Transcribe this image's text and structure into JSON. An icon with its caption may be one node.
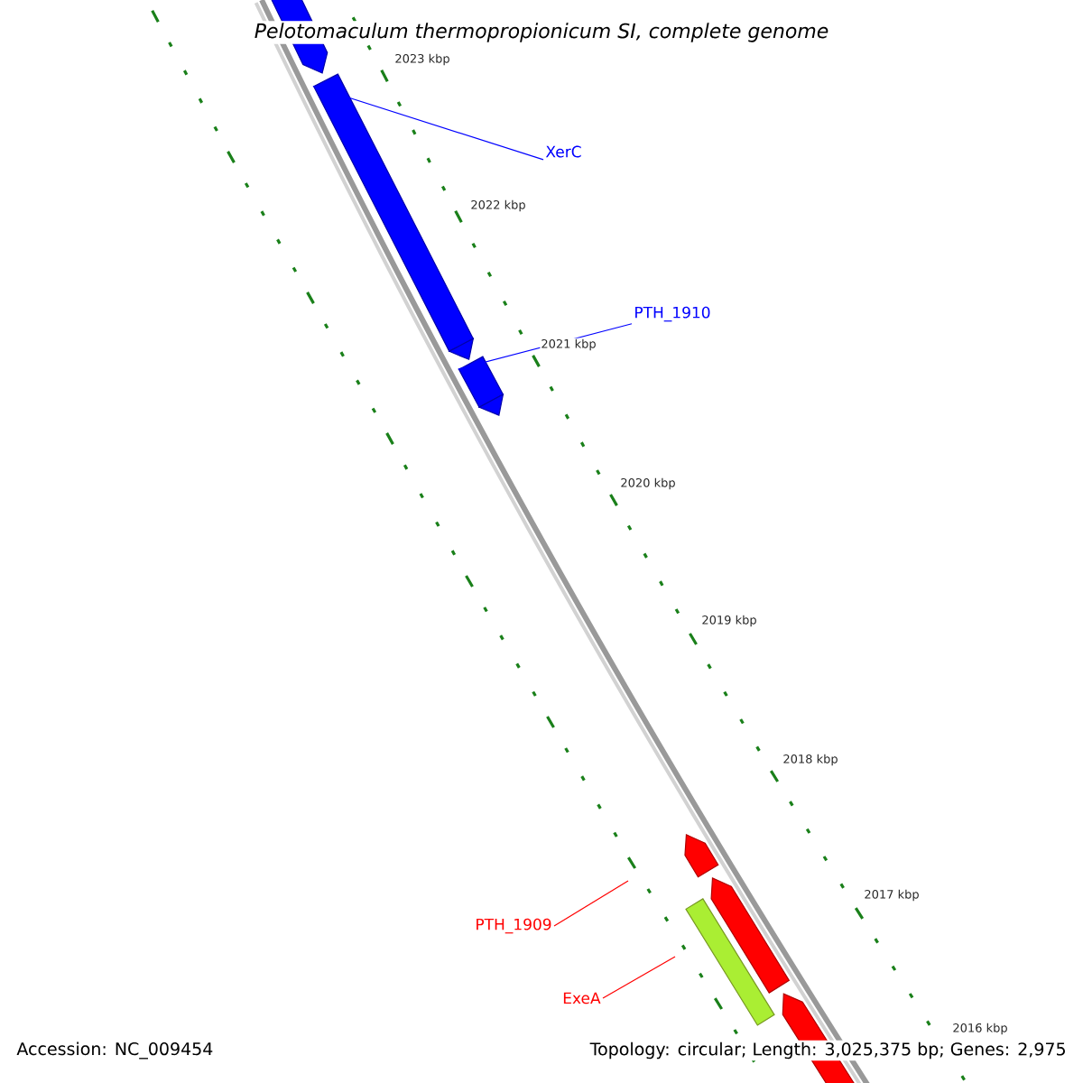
{
  "diagram": {
    "title": "Pelotomaculum thermopropionicum SI, complete genome",
    "nodes": [
      {
        "text": [
          "XerC"
        ]
      },
      {
        "text": [
          "PTH_1910"
        ]
      },
      {
        "text": [
          "PTH_1909"
        ]
      },
      {
        "text": [
          "ExeA"
        ]
      },
      {
        "text": [],
        "shape": "arrow"
      },
      {
        "text": [],
        "shape": "arrow"
      }
    ],
    "edges": [
      {
        "from": 0,
        "to": 4,
        "arrow": "none",
        "color": "#0000ff"
      },
      {
        "from": 1,
        "to": 5,
        "arrow": "none",
        "color": "#0000ff"
      },
      {
        "from": 2,
        "to": null,
        "arrow": "none",
        "color": "#ff0000"
      },
      {
        "from": 3,
        "to": null,
        "arrow": "none",
        "color": "#ff0000"
      }
    ],
    "labels": [
      "2023 kbp",
      "2022 kbp",
      "2021 kbp",
      "2020 kbp",
      "2019 kbp",
      "2018 kbp",
      "2017 kbp",
      "2016 kbp",
      "Accession: NC_009454",
      "Topology: circular; Length: 3,025,375 bp; Genes: 2,975"
    ]
  }
}
